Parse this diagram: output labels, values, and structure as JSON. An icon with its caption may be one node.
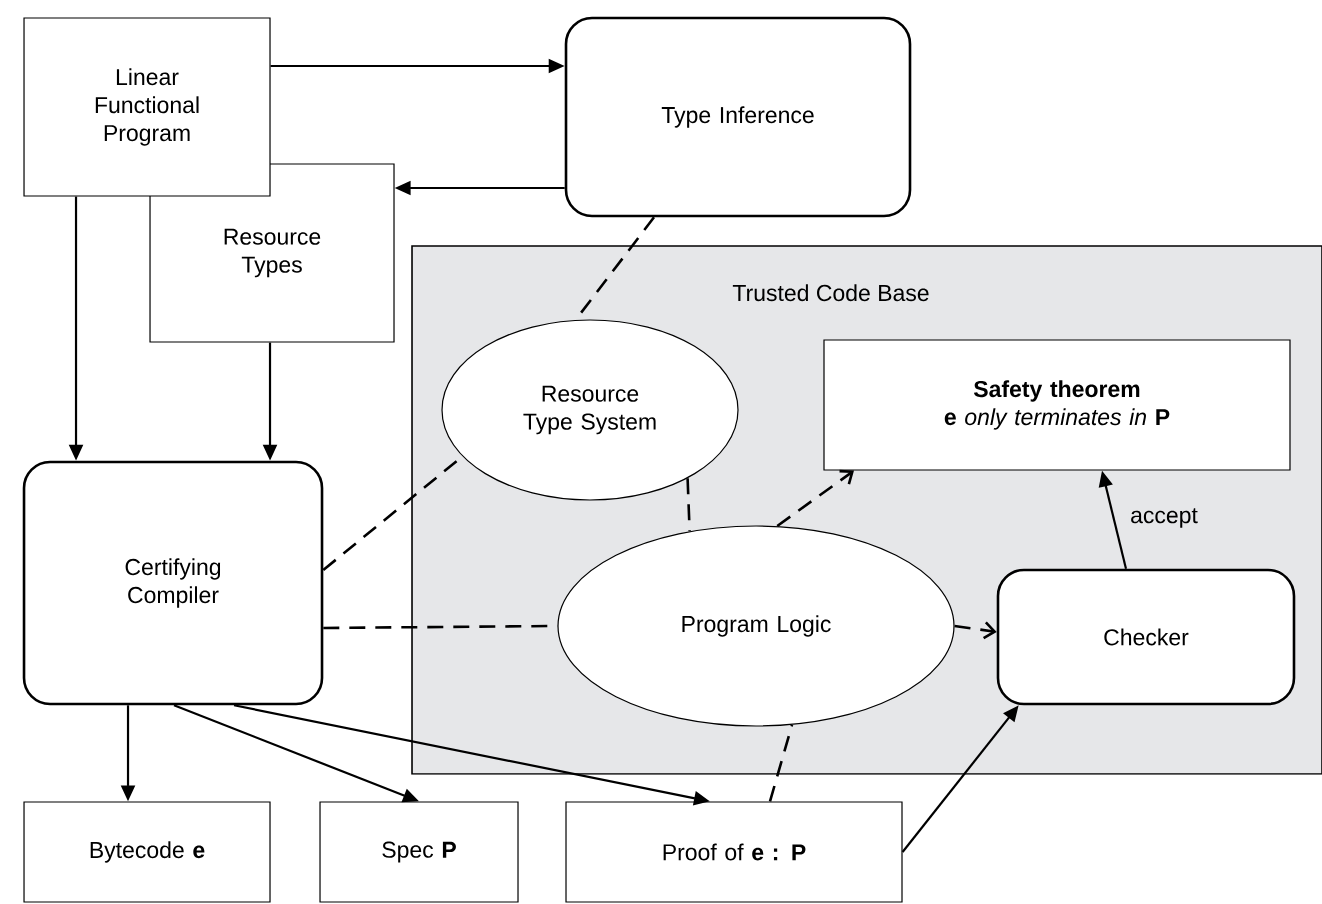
{
  "diagram": {
    "nodes": [
      {
        "text": [
          "Linear Functional Program"
        ]
      },
      {
        "text": [
          "Type Inference"
        ]
      },
      {
        "text": [
          "Resource Types"
        ]
      },
      {
        "text": [
          "Trusted Code Base"
        ]
      },
      {
        "text": [
          "Resource Type System"
        ],
        "in": 3
      },
      {
        "text": [
          "Safety theorem",
          "**e** *only terminates in* **P**"
        ],
        "in": 3
      },
      {
        "text": [
          "Program Logic"
        ],
        "in": 3
      },
      {
        "text": [
          "Checker"
        ],
        "in": 3
      },
      {
        "text": [
          "Certifying Compiler"
        ]
      },
      {
        "text": [
          "Bytecode **e**"
        ]
      },
      {
        "text": [
          "Spec **P**"
        ]
      },
      {
        "text": [
          "Proof of **e : P**"
        ]
      }
    ],
    "edges": [
      {
        "from": 0,
        "to": 1,
        "arrow": "to"
      },
      {
        "from": 1,
        "to": 2,
        "arrow": "to"
      },
      {
        "from": 1,
        "to": 4,
        "arrow": "none",
        "style": "dashed"
      },
      {
        "from": 0,
        "to": 8,
        "arrow": "to"
      },
      {
        "from": 2,
        "to": 8,
        "arrow": "to"
      },
      {
        "from": 8,
        "to": 4,
        "arrow": "none",
        "style": "dashed"
      },
      {
        "from": 4,
        "to": 6,
        "arrow": "none",
        "style": "dashed"
      },
      {
        "from": 6,
        "to": 5,
        "arrow": "to",
        "style": "dashed"
      },
      {
        "from": 7,
        "to": 5,
        "arrow": "to",
        "label": "accept"
      },
      {
        "from": 8,
        "to": 6,
        "arrow": "none",
        "style": "dashed"
      },
      {
        "from": 6,
        "to": 7,
        "arrow": "to",
        "style": "dashed"
      },
      {
        "from": 8,
        "to": 9,
        "arrow": "to"
      },
      {
        "from": 8,
        "to": 10,
        "arrow": "to"
      },
      {
        "from": 8,
        "to": 11,
        "arrow": "to"
      },
      {
        "from": 11,
        "to": 6,
        "arrow": "none",
        "style": "dashed"
      },
      {
        "from": 11,
        "to": 7,
        "arrow": "to"
      }
    ]
  }
}
